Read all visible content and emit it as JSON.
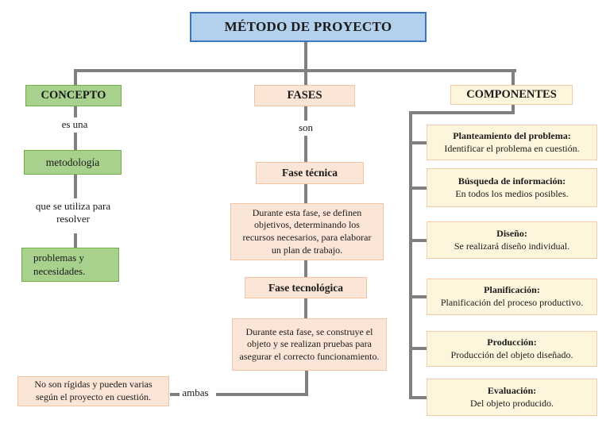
{
  "title": "MÉTODO DE PROYECTO",
  "colors": {
    "title_fill": "#B3D1EC",
    "title_border": "#3A77BE",
    "green_fill": "#A9D18E",
    "green_border": "#70AD47",
    "peach_fill": "#FBE5D6",
    "peach_border": "#F2C4A6",
    "cream_fill": "#FDF5DC",
    "cream_border": "#F2CBA8",
    "connector": "#7F7F7F",
    "text": "#1A1A1A"
  },
  "concepto": {
    "header": "CONCEPTO",
    "link1": "es una",
    "node1": "metodología",
    "link2": "que se utiliza para resolver",
    "node2": "problemas y necesidades."
  },
  "fases": {
    "header": "FASES",
    "link1": "son",
    "fase_tecnica": {
      "title": "Fase técnica",
      "desc": "Durante esta fase, se definen objetivos, determinando los recursos necesarios, para elaborar un plan de trabajo."
    },
    "fase_tecnologica": {
      "title": "Fase tecnológica",
      "desc": "Durante esta fase, se construye el objeto y se realizan pruebas para asegurar el correcto funcionamiento."
    },
    "nota": "No son rígidas y pueden varias según el proyecto en cuestión.",
    "link2": "ambas"
  },
  "componentes": {
    "header": "COMPONENTES",
    "items": [
      {
        "title": "Planteamiento del problema:",
        "desc": "Identificar el problema en cuestión."
      },
      {
        "title": "Búsqueda de información:",
        "desc": "En todos los medios posibles."
      },
      {
        "title": "Diseño:",
        "desc": "Se realizará diseño individual."
      },
      {
        "title": "Planificación:",
        "desc": "Planificación del proceso productivo."
      },
      {
        "title": "Producción:",
        "desc": "Producción del objeto diseñado."
      },
      {
        "title": "Evaluación:",
        "desc": "Del objeto producido."
      }
    ]
  }
}
